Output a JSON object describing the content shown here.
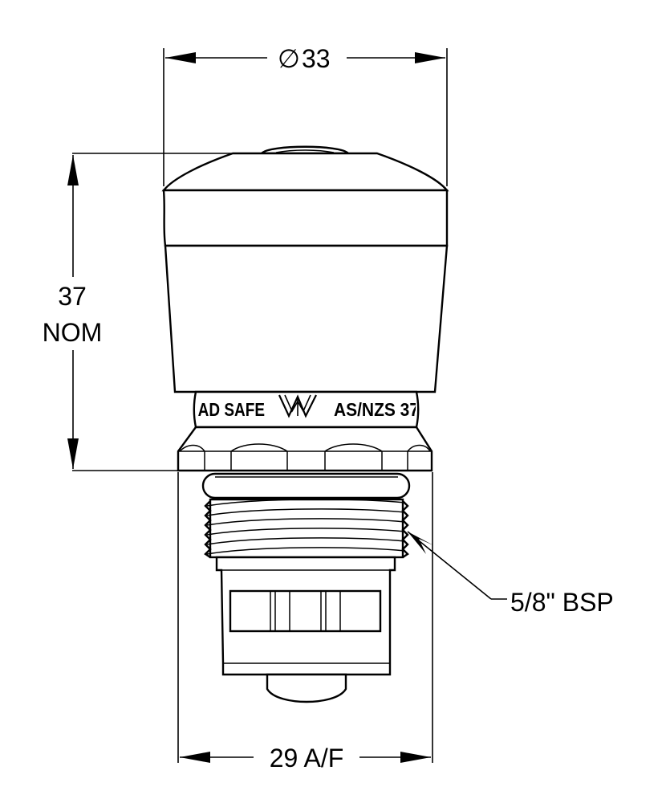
{
  "diameter_symbol": "∅",
  "dimensions": {
    "top_width": "33",
    "height_value": "37",
    "height_note": "NOM",
    "bottom_width": "29 A/F",
    "thread_callout": "5/8\" BSP"
  },
  "body_marking": {
    "left_text": "EAD SAFE",
    "right_text": "AS/NZS 37"
  },
  "colors": {
    "line": "#000000",
    "background": "#ffffff"
  }
}
